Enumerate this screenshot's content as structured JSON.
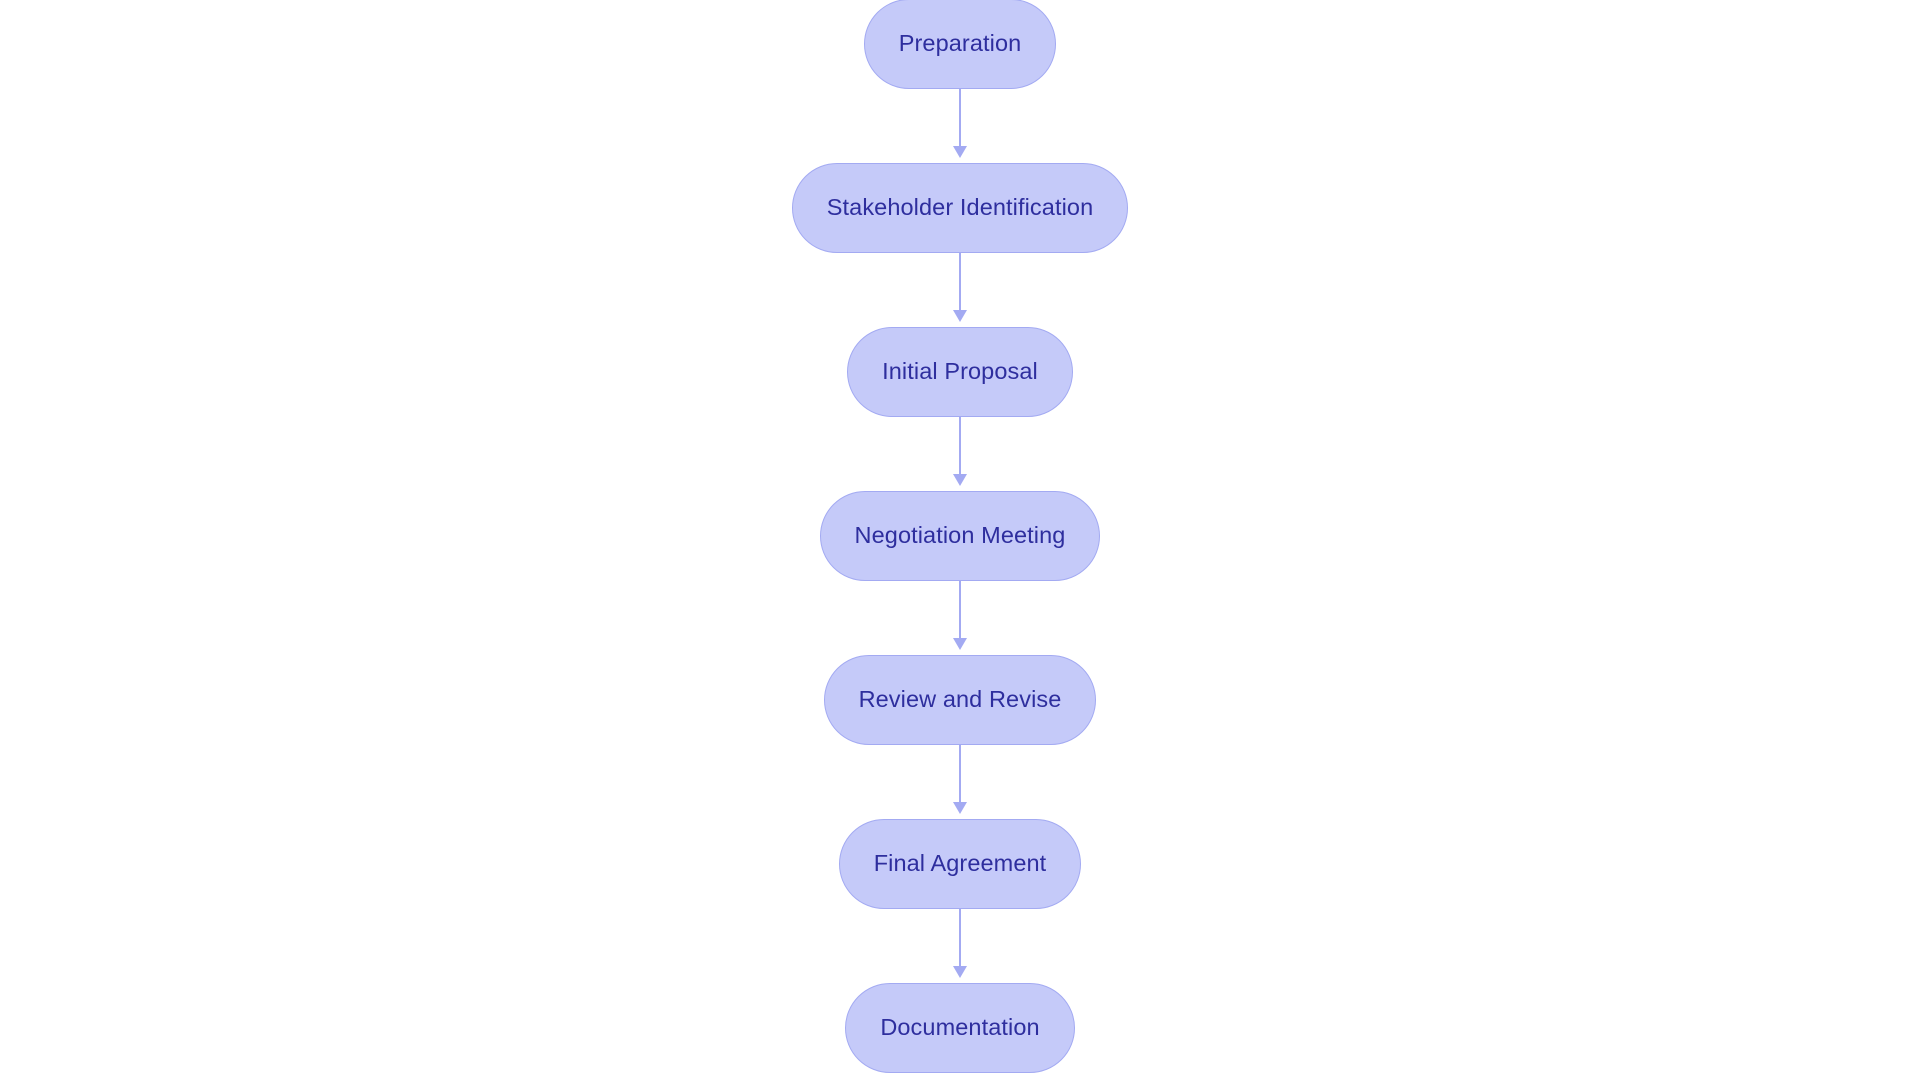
{
  "chart_data": {
    "type": "diagram",
    "diagram_type": "flowchart",
    "orientation": "top-to-bottom",
    "title": "",
    "nodes": [
      {
        "id": "preparation",
        "label": "Preparation",
        "shape": "stadium"
      },
      {
        "id": "stakeholder-identification",
        "label": "Stakeholder Identification",
        "shape": "stadium"
      },
      {
        "id": "initial-proposal",
        "label": "Initial Proposal",
        "shape": "stadium"
      },
      {
        "id": "negotiation-meeting",
        "label": "Negotiation Meeting",
        "shape": "stadium"
      },
      {
        "id": "review-and-revise",
        "label": "Review and Revise",
        "shape": "stadium"
      },
      {
        "id": "final-agreement",
        "label": "Final Agreement",
        "shape": "stadium"
      },
      {
        "id": "documentation",
        "label": "Documentation",
        "shape": "stadium"
      }
    ],
    "edges": [
      {
        "from": "preparation",
        "to": "stakeholder-identification",
        "label": "",
        "arrow": "single"
      },
      {
        "from": "stakeholder-identification",
        "to": "initial-proposal",
        "label": "",
        "arrow": "single"
      },
      {
        "from": "initial-proposal",
        "to": "negotiation-meeting",
        "label": "",
        "arrow": "single"
      },
      {
        "from": "negotiation-meeting",
        "to": "review-and-revise",
        "label": "",
        "arrow": "single"
      },
      {
        "from": "review-and-revise",
        "to": "final-agreement",
        "label": "",
        "arrow": "single"
      },
      {
        "from": "final-agreement",
        "to": "documentation",
        "label": "",
        "arrow": "single"
      }
    ],
    "colors": {
      "background": "#ffffff",
      "node_fill": "#c5caf9",
      "node_border": "#a3aaf2",
      "node_text": "#2e2e9e",
      "edge": "#a3aaf2"
    }
  }
}
